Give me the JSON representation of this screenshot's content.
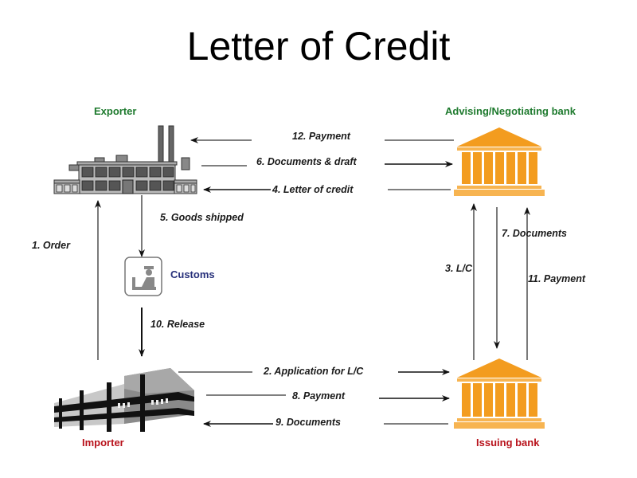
{
  "title": "Letter of Credit",
  "parties": {
    "exporter": {
      "label": "Exporter",
      "icon": "factory-icon"
    },
    "advising_bank": {
      "label": "Advising/Negotiating bank",
      "icon": "bank-icon"
    },
    "importer": {
      "label": "Importer",
      "icon": "office-building-icon"
    },
    "issuing_bank": {
      "label": "Issuing bank",
      "icon": "bank-icon"
    },
    "customs": {
      "label": "Customs",
      "icon": "customs-officer-icon"
    }
  },
  "steps": [
    {
      "id": 1,
      "label": "1. Order",
      "from": "Importer",
      "to": "Exporter"
    },
    {
      "id": 2,
      "label": "2. Application for L/C",
      "from": "Importer",
      "to": "Issuing bank"
    },
    {
      "id": 3,
      "label": "3. L/C",
      "from": "Issuing bank",
      "to": "Advising/Negotiating bank"
    },
    {
      "id": 4,
      "label": "4. Letter of credit",
      "from": "Advising/Negotiating bank",
      "to": "Exporter"
    },
    {
      "id": 5,
      "label": "5. Goods shipped",
      "from": "Exporter",
      "to": "Customs"
    },
    {
      "id": 6,
      "label": "6. Documents &  draft",
      "from": "Exporter",
      "to": "Advising/Negotiating bank"
    },
    {
      "id": 7,
      "label": "7. Documents",
      "from": "Advising/Negotiating bank",
      "to": "Issuing bank"
    },
    {
      "id": 8,
      "label": "8. Payment",
      "from": "Importer",
      "to": "Issuing bank"
    },
    {
      "id": 9,
      "label": "9. Documents",
      "from": "Issuing bank",
      "to": "Importer"
    },
    {
      "id": 10,
      "label": "10. Release",
      "from": "Customs",
      "to": "Importer"
    },
    {
      "id": 11,
      "label": "11. Payment",
      "from": "Issuing bank",
      "to": "Advising/Negotiating bank"
    },
    {
      "id": 12,
      "label": "12. Payment",
      "from": "Advising/Negotiating bank",
      "to": "Exporter"
    }
  ],
  "colors": {
    "party_green": "#1e7a2e",
    "party_red": "#b8121b",
    "customs_navy": "#27307a",
    "bank_orange": "#f2a02c"
  }
}
